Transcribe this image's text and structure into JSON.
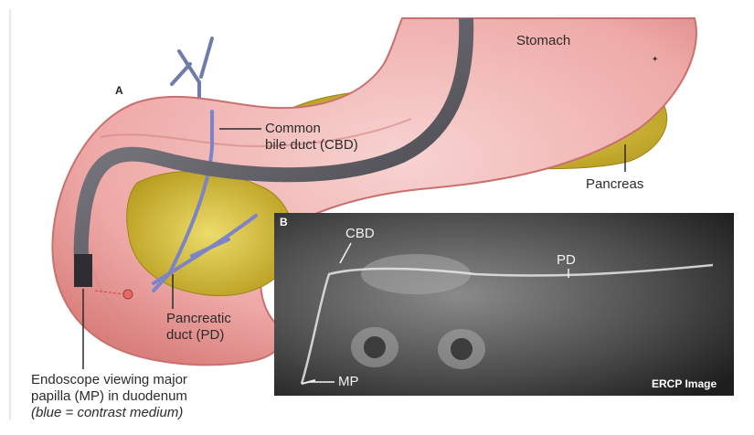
{
  "panel_a": {
    "letter": "A",
    "labels": {
      "stomach": "Stomach",
      "cbd_line1": "Common",
      "cbd_line2": "bile duct (CBD)",
      "pancreas": "Pancreas",
      "pd_line1": "Pancreatic",
      "pd_line2": "duct (PD)",
      "endo_line1": "Endoscope viewing major",
      "endo_line2": "papilla (MP) in duodenum",
      "endo_line3": "(blue = contrast medium)"
    },
    "colors": {
      "stomach": "#f2b9b9",
      "stomach_edge": "#c9706e",
      "pancreas": "#d8c23c",
      "duct": "#7c84c6",
      "endoscope": "#55535a"
    }
  },
  "panel_b": {
    "letter": "B",
    "labels": {
      "cbd": "CBD",
      "pd": "PD",
      "mp": "MP",
      "caption": "ERCP Image"
    }
  }
}
